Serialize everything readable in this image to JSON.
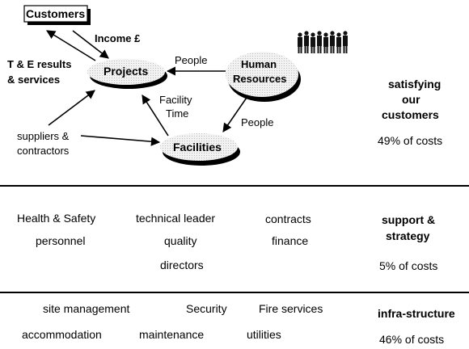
{
  "diagram": {
    "nodes": {
      "customers": "Customers",
      "projects": "Projects",
      "human_resources_line1": "Human",
      "human_resources_line2": "Resources",
      "facilities": "Facilities"
    },
    "edge_labels": {
      "income": "Income £",
      "te_results_line1": "T & E results",
      "te_results_line2": "& services",
      "people_to_projects": "People",
      "people_to_facilities": "People",
      "facility_time_line1": "Facility",
      "facility_time_line2": "Time",
      "suppliers_line1": "suppliers &",
      "suppliers_line2": "contractors"
    },
    "icons": {
      "people_group": "people-group-icon"
    }
  },
  "sections": {
    "customers_section": {
      "title_line1": "satisfying",
      "title_line2": "our",
      "title_line3": "customers",
      "cost": "49% of costs"
    },
    "support_section": {
      "items": {
        "health_safety": "Health & Safety",
        "technical_leader": "technical leader",
        "contracts": "contracts",
        "personnel": "personnel",
        "quality": "quality",
        "finance": "finance",
        "directors": "directors"
      },
      "title_line1": "support &",
      "title_line2": "strategy",
      "cost": "5% of costs"
    },
    "infra_section": {
      "items": {
        "site_management": "site management",
        "security": "Security",
        "fire_services": "Fire services",
        "accommodation": "accommodation",
        "maintenance": "maintenance",
        "utilities": "utilities"
      },
      "title": "infra-structure",
      "cost": "46% of costs"
    }
  }
}
